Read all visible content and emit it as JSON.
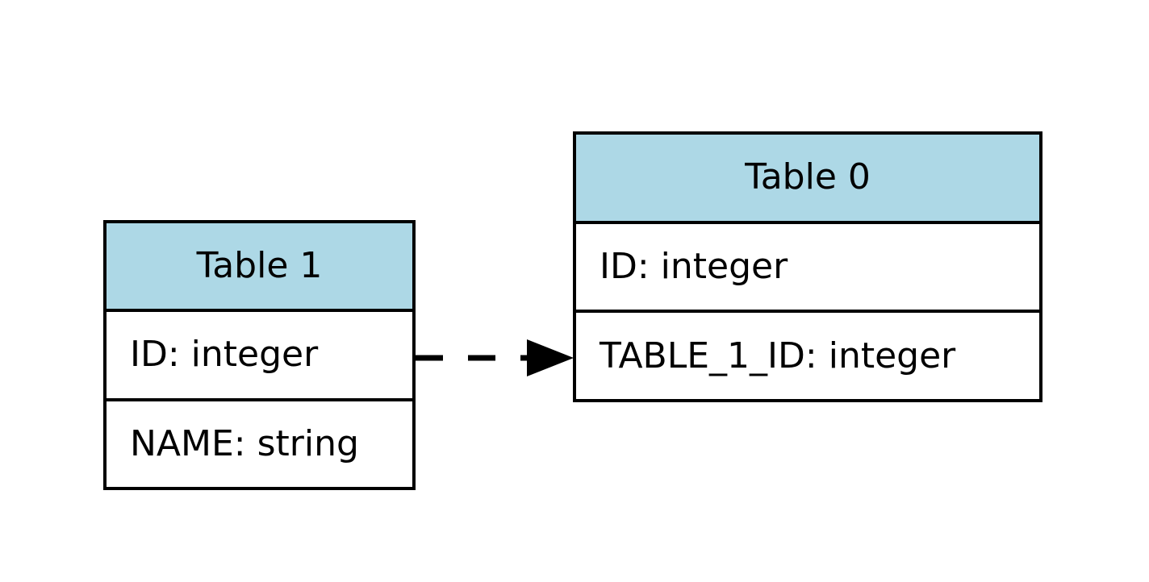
{
  "diagram": {
    "background_color": "#ffffff",
    "border_color": "#000000",
    "text_color": "#000000",
    "header_fill_color": "#add8e6",
    "tables": [
      {
        "title": "Table 1",
        "columns": [
          "ID: integer",
          "NAME: string"
        ]
      },
      {
        "title": "Table 0",
        "columns": [
          "ID: integer",
          "TABLE_1_ID: integer"
        ]
      }
    ],
    "relationship": {
      "from_table": "Table 1",
      "from_column": "ID: integer",
      "to_table": "Table 0",
      "to_column": "TABLE_1_ID: integer",
      "line_style": "dashed",
      "arrowhead": "filled-triangle"
    }
  }
}
